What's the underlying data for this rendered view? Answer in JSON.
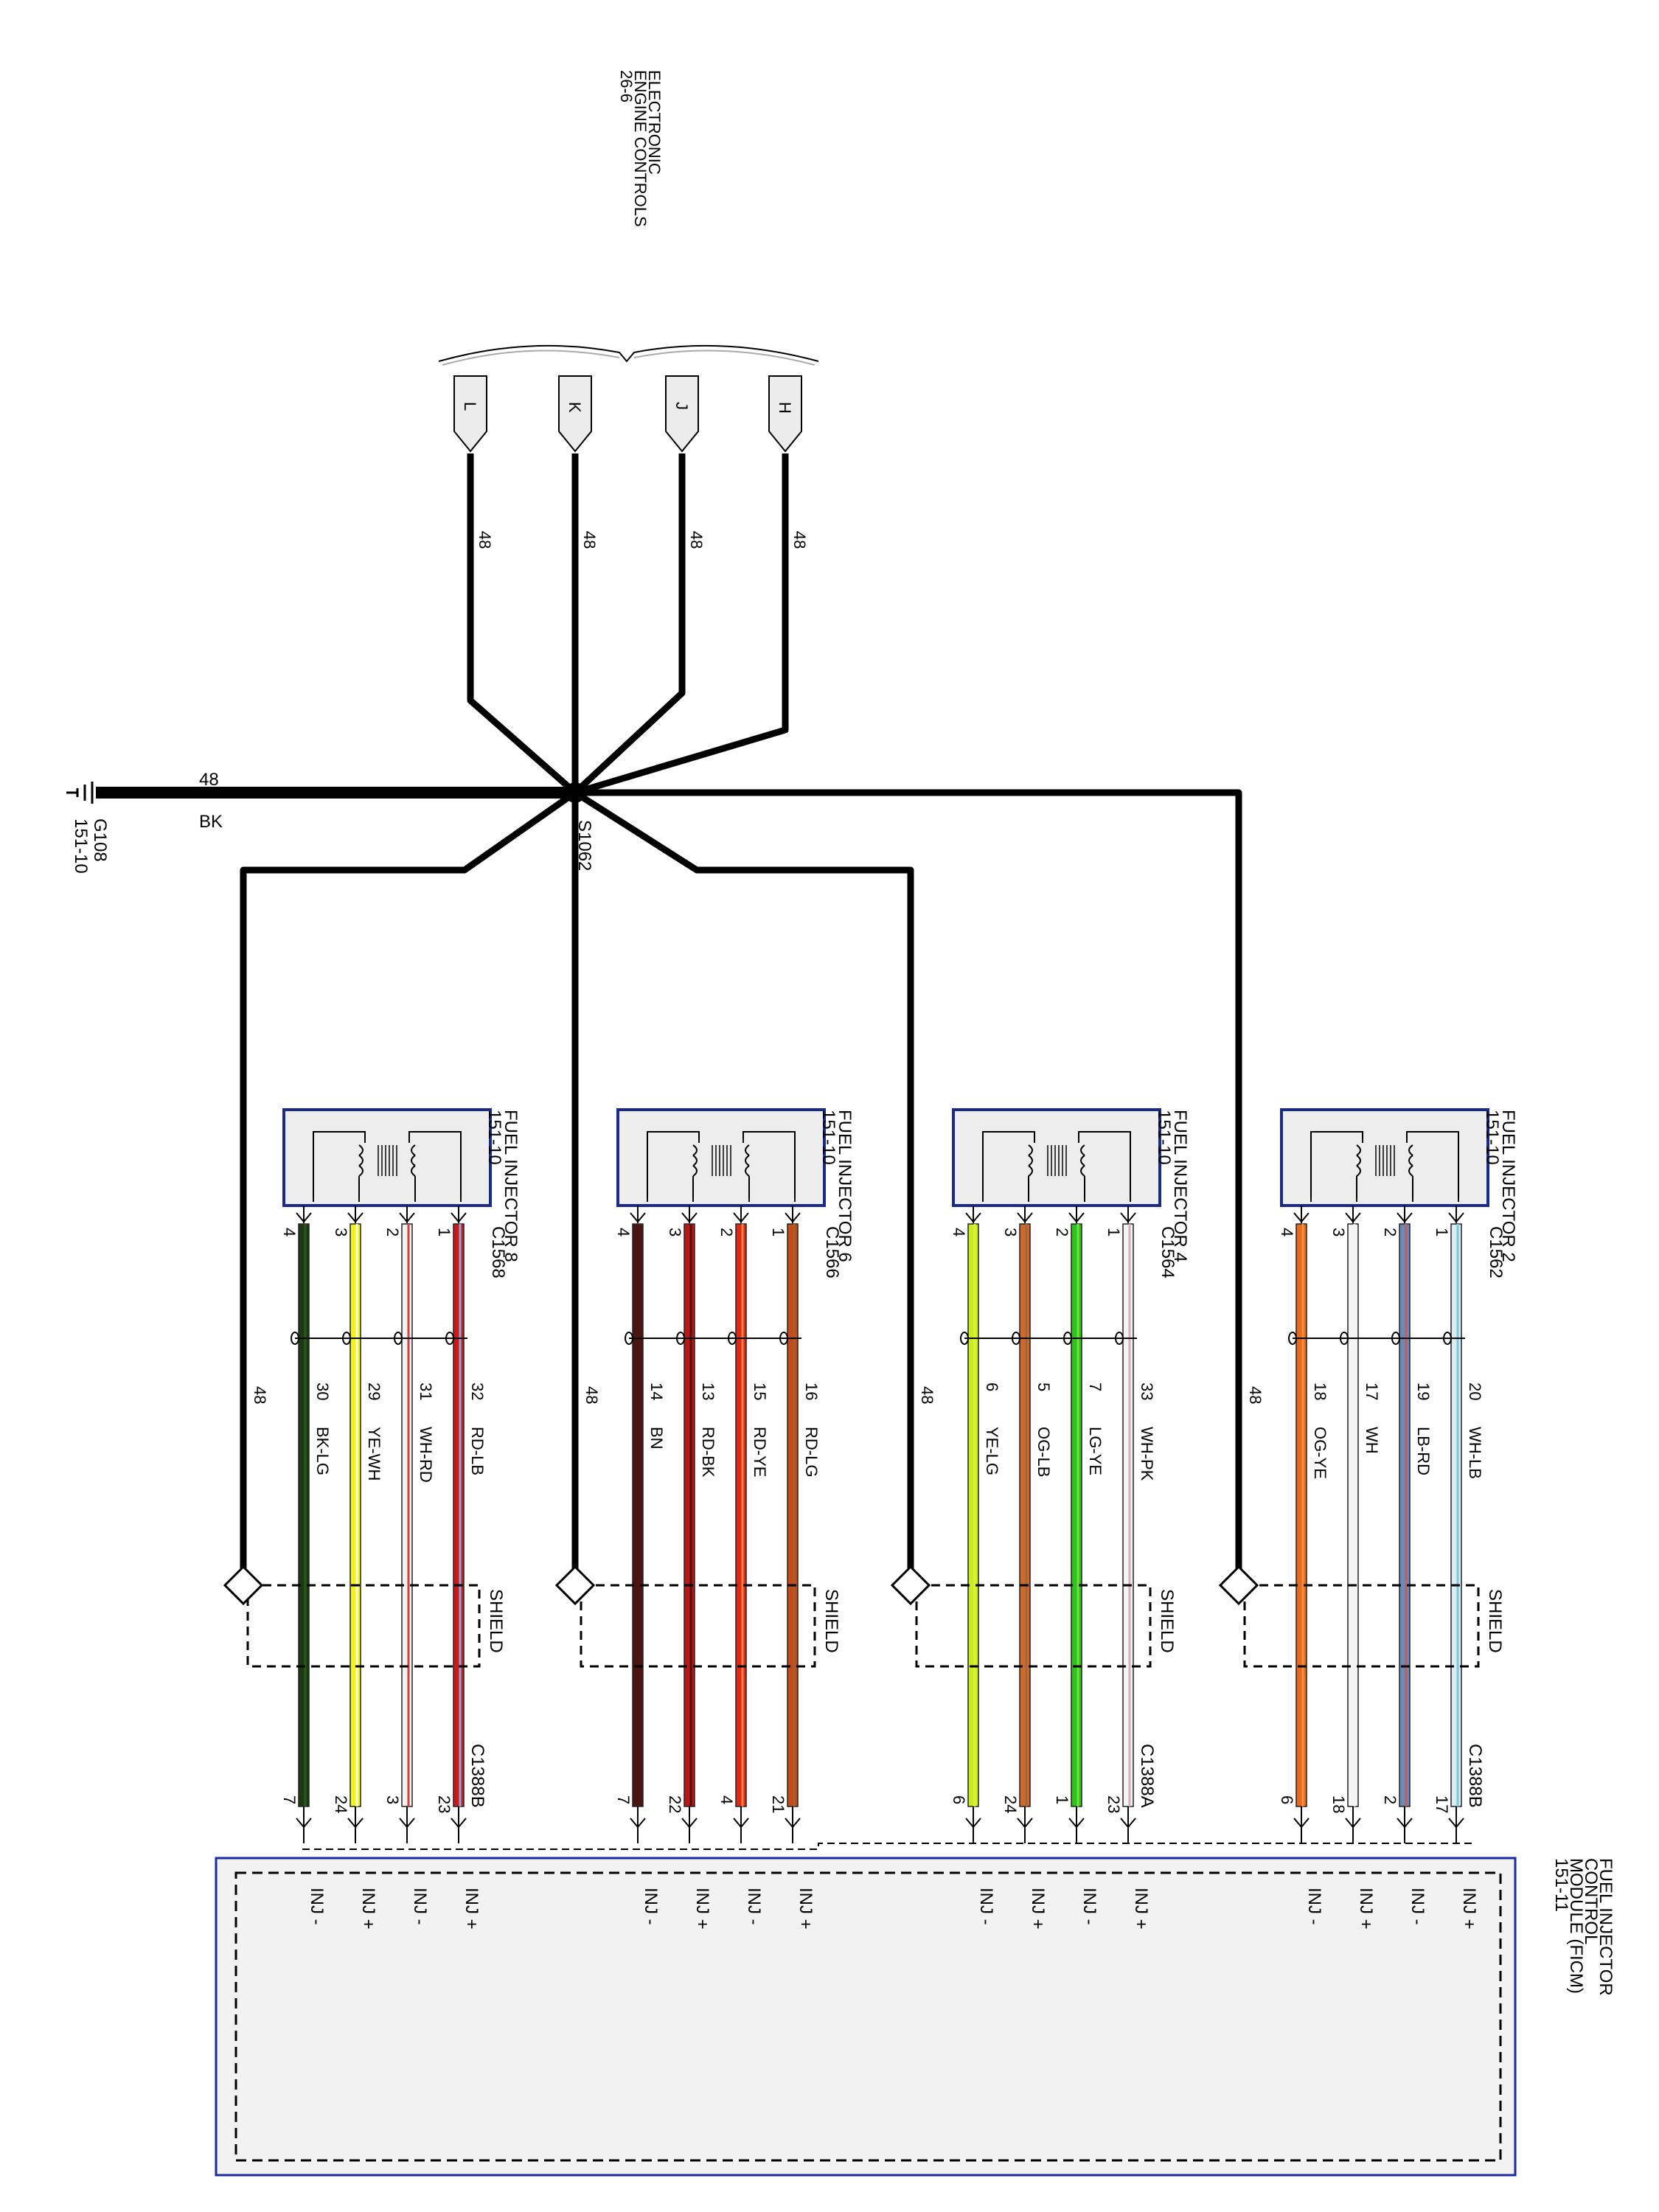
{
  "header": {
    "lines": [
      "ELECTRONIC",
      "ENGINE CONTROLS",
      "26-6"
    ]
  },
  "pcm_connector_pins": [
    "L",
    "K",
    "J",
    "H"
  ],
  "circuit_number": "48",
  "ground": {
    "circuit": "48",
    "color": "BK",
    "name": "G108",
    "ref": "151-10"
  },
  "splice": {
    "name": "S1062"
  },
  "injectors": [
    {
      "title": "FUEL INJECTOR 8",
      "ref": "151-10",
      "connector": "C1568",
      "shield_label": "SHIELD",
      "shield_circuit": "48",
      "ficm_connector": "C1388B",
      "wires": [
        {
          "pin": "4",
          "circuit": "30",
          "color_code": "BK-LG",
          "ficm_pin": "7",
          "signal": "INJ -",
          "base": "#1a3a12",
          "stripe": "#2a5a1a"
        },
        {
          "pin": "3",
          "circuit": "29",
          "color_code": "YE-WH",
          "ficm_pin": "24",
          "signal": "INJ +",
          "base": "#f5f020",
          "stripe": "#fffbe0"
        },
        {
          "pin": "2",
          "circuit": "31",
          "color_code": "WH-RD",
          "ficm_pin": "3",
          "signal": "INJ -",
          "base": "#f2f2f2",
          "stripe": "#d04040"
        },
        {
          "pin": "1",
          "circuit": "32",
          "color_code": "RD-LB",
          "ficm_pin": "23",
          "signal": "INJ +",
          "base": "#d01818",
          "stripe": "#80b0e0"
        }
      ]
    },
    {
      "title": "FUEL INJECTOR 6",
      "ref": "151-10",
      "connector": "C1566",
      "shield_label": "SHIELD",
      "shield_circuit": "48",
      "ficm_connector": "",
      "wires": [
        {
          "pin": "4",
          "circuit": "14",
          "color_code": "BN",
          "ficm_pin": "7",
          "signal": "INJ -",
          "base": "#4a1410",
          "stripe": "#4a1410"
        },
        {
          "pin": "3",
          "circuit": "13",
          "color_code": "RD-BK",
          "ficm_pin": "22",
          "signal": "INJ +",
          "base": "#b81818",
          "stripe": "#501010"
        },
        {
          "pin": "2",
          "circuit": "15",
          "color_code": "RD-YE",
          "ficm_pin": "4",
          "signal": "INJ -",
          "base": "#e02a18",
          "stripe": "#f08040"
        },
        {
          "pin": "1",
          "circuit": "16",
          "color_code": "RD-LG",
          "ficm_pin": "21",
          "signal": "INJ +",
          "base": "#c84a18",
          "stripe": "#a06030"
        }
      ]
    },
    {
      "title": "FUEL INJECTOR 4",
      "ref": "151-10",
      "connector": "C1564",
      "shield_label": "SHIELD",
      "shield_circuit": "48",
      "ficm_connector": "C1388A",
      "wires": [
        {
          "pin": "4",
          "circuit": "6",
          "color_code": "YE-LG",
          "ficm_pin": "6",
          "signal": "INJ -",
          "base": "#c8ec20",
          "stripe": "#e0f040"
        },
        {
          "pin": "3",
          "circuit": "5",
          "color_code": "OG-LB",
          "ficm_pin": "24",
          "signal": "INJ +",
          "base": "#d06a28",
          "stripe": "#a06a40"
        },
        {
          "pin": "2",
          "circuit": "7",
          "color_code": "LG-YE",
          "ficm_pin": "1",
          "signal": "INJ -",
          "base": "#30c020",
          "stripe": "#70e040"
        },
        {
          "pin": "1",
          "circuit": "33",
          "color_code": "WH-PK",
          "ficm_pin": "23",
          "signal": "INJ +",
          "base": "#f4f4f4",
          "stripe": "#d8b0b8"
        }
      ]
    },
    {
      "title": "FUEL INJECTOR 2",
      "ref": "151-10",
      "connector": "C1562",
      "shield_label": "SHIELD",
      "shield_circuit": "48",
      "ficm_connector": "C1388B",
      "wires": [
        {
          "pin": "4",
          "circuit": "18",
          "color_code": "OG-YE",
          "ficm_pin": "6",
          "signal": "INJ -",
          "base": "#e86a1c",
          "stripe": "#f09040"
        },
        {
          "pin": "3",
          "circuit": "17",
          "color_code": "WH",
          "ficm_pin": "18",
          "signal": "INJ +",
          "base": "#f4f4f4",
          "stripe": "#f4f4f4"
        },
        {
          "pin": "2",
          "circuit": "19",
          "color_code": "LB-RD",
          "ficm_pin": "2",
          "signal": "INJ -",
          "base": "#6a8ab8",
          "stripe": "#c06060"
        },
        {
          "pin": "1",
          "circuit": "20",
          "color_code": "WH-LB",
          "ficm_pin": "17",
          "signal": "INJ +",
          "base": "#d8eef4",
          "stripe": "#80c8d8"
        }
      ]
    }
  ],
  "ficm": {
    "lines": [
      "FUEL INJECTOR",
      "CONTROL",
      "MODULE (FICM)",
      "151-11"
    ]
  }
}
